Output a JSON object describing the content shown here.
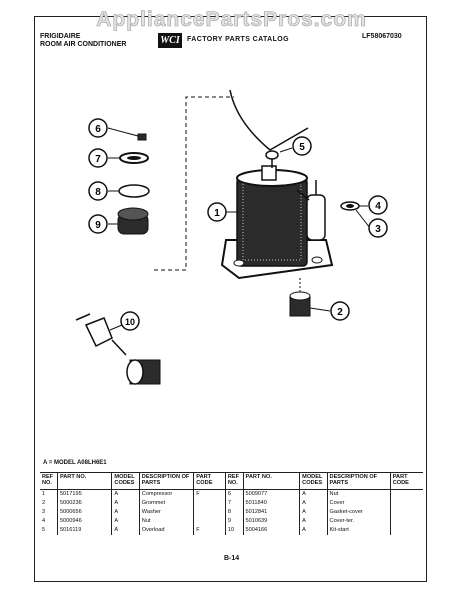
{
  "watermark": "AppliancePartsPros.com",
  "header": {
    "brand_line1": "FRIGIDAIRE",
    "brand_line2": "ROOM AIR CONDITIONER",
    "logo": "WCI",
    "catalog_title": "FACTORY PARTS CATALOG",
    "catalog_code": "LF58067030"
  },
  "callouts": [
    "1",
    "2",
    "3",
    "4",
    "5",
    "6",
    "7",
    "8",
    "9",
    "10"
  ],
  "model_line": "A = MODEL A08LH6E1",
  "table": {
    "headers": {
      "ref_no": "REF NO.",
      "part_no": "PART NO.",
      "model_codes": "MODEL CODES",
      "description": "DESCRIPTION OF PARTS",
      "part_code": "PART CODE"
    },
    "left_rows": [
      {
        "ref": "1",
        "part": "5017195",
        "model": "A",
        "desc": "Compressor",
        "code": "F"
      },
      {
        "ref": "2",
        "part": "5000236",
        "model": "A",
        "desc": "Grommet",
        "code": ""
      },
      {
        "ref": "3",
        "part": "5000656",
        "model": "A",
        "desc": "Washer",
        "code": ""
      },
      {
        "ref": "4",
        "part": "5000946",
        "model": "A",
        "desc": "Nut",
        "code": ""
      },
      {
        "ref": "5",
        "part": "5016119",
        "model": "A",
        "desc": "Overload",
        "code": "F"
      }
    ],
    "right_rows": [
      {
        "ref": "6",
        "part": "5009077",
        "model": "A",
        "desc": "Nut",
        "code": ""
      },
      {
        "ref": "7",
        "part": "5011840",
        "model": "A",
        "desc": "Cover",
        "code": ""
      },
      {
        "ref": "8",
        "part": "5012841",
        "model": "A",
        "desc": "Gasket-cover",
        "code": ""
      },
      {
        "ref": "9",
        "part": "5010639",
        "model": "A",
        "desc": "Cover-ter.",
        "code": ""
      },
      {
        "ref": "10",
        "part": "5004166",
        "model": "A",
        "desc": "Kit-start",
        "code": ""
      }
    ]
  },
  "page_number": "B-14"
}
